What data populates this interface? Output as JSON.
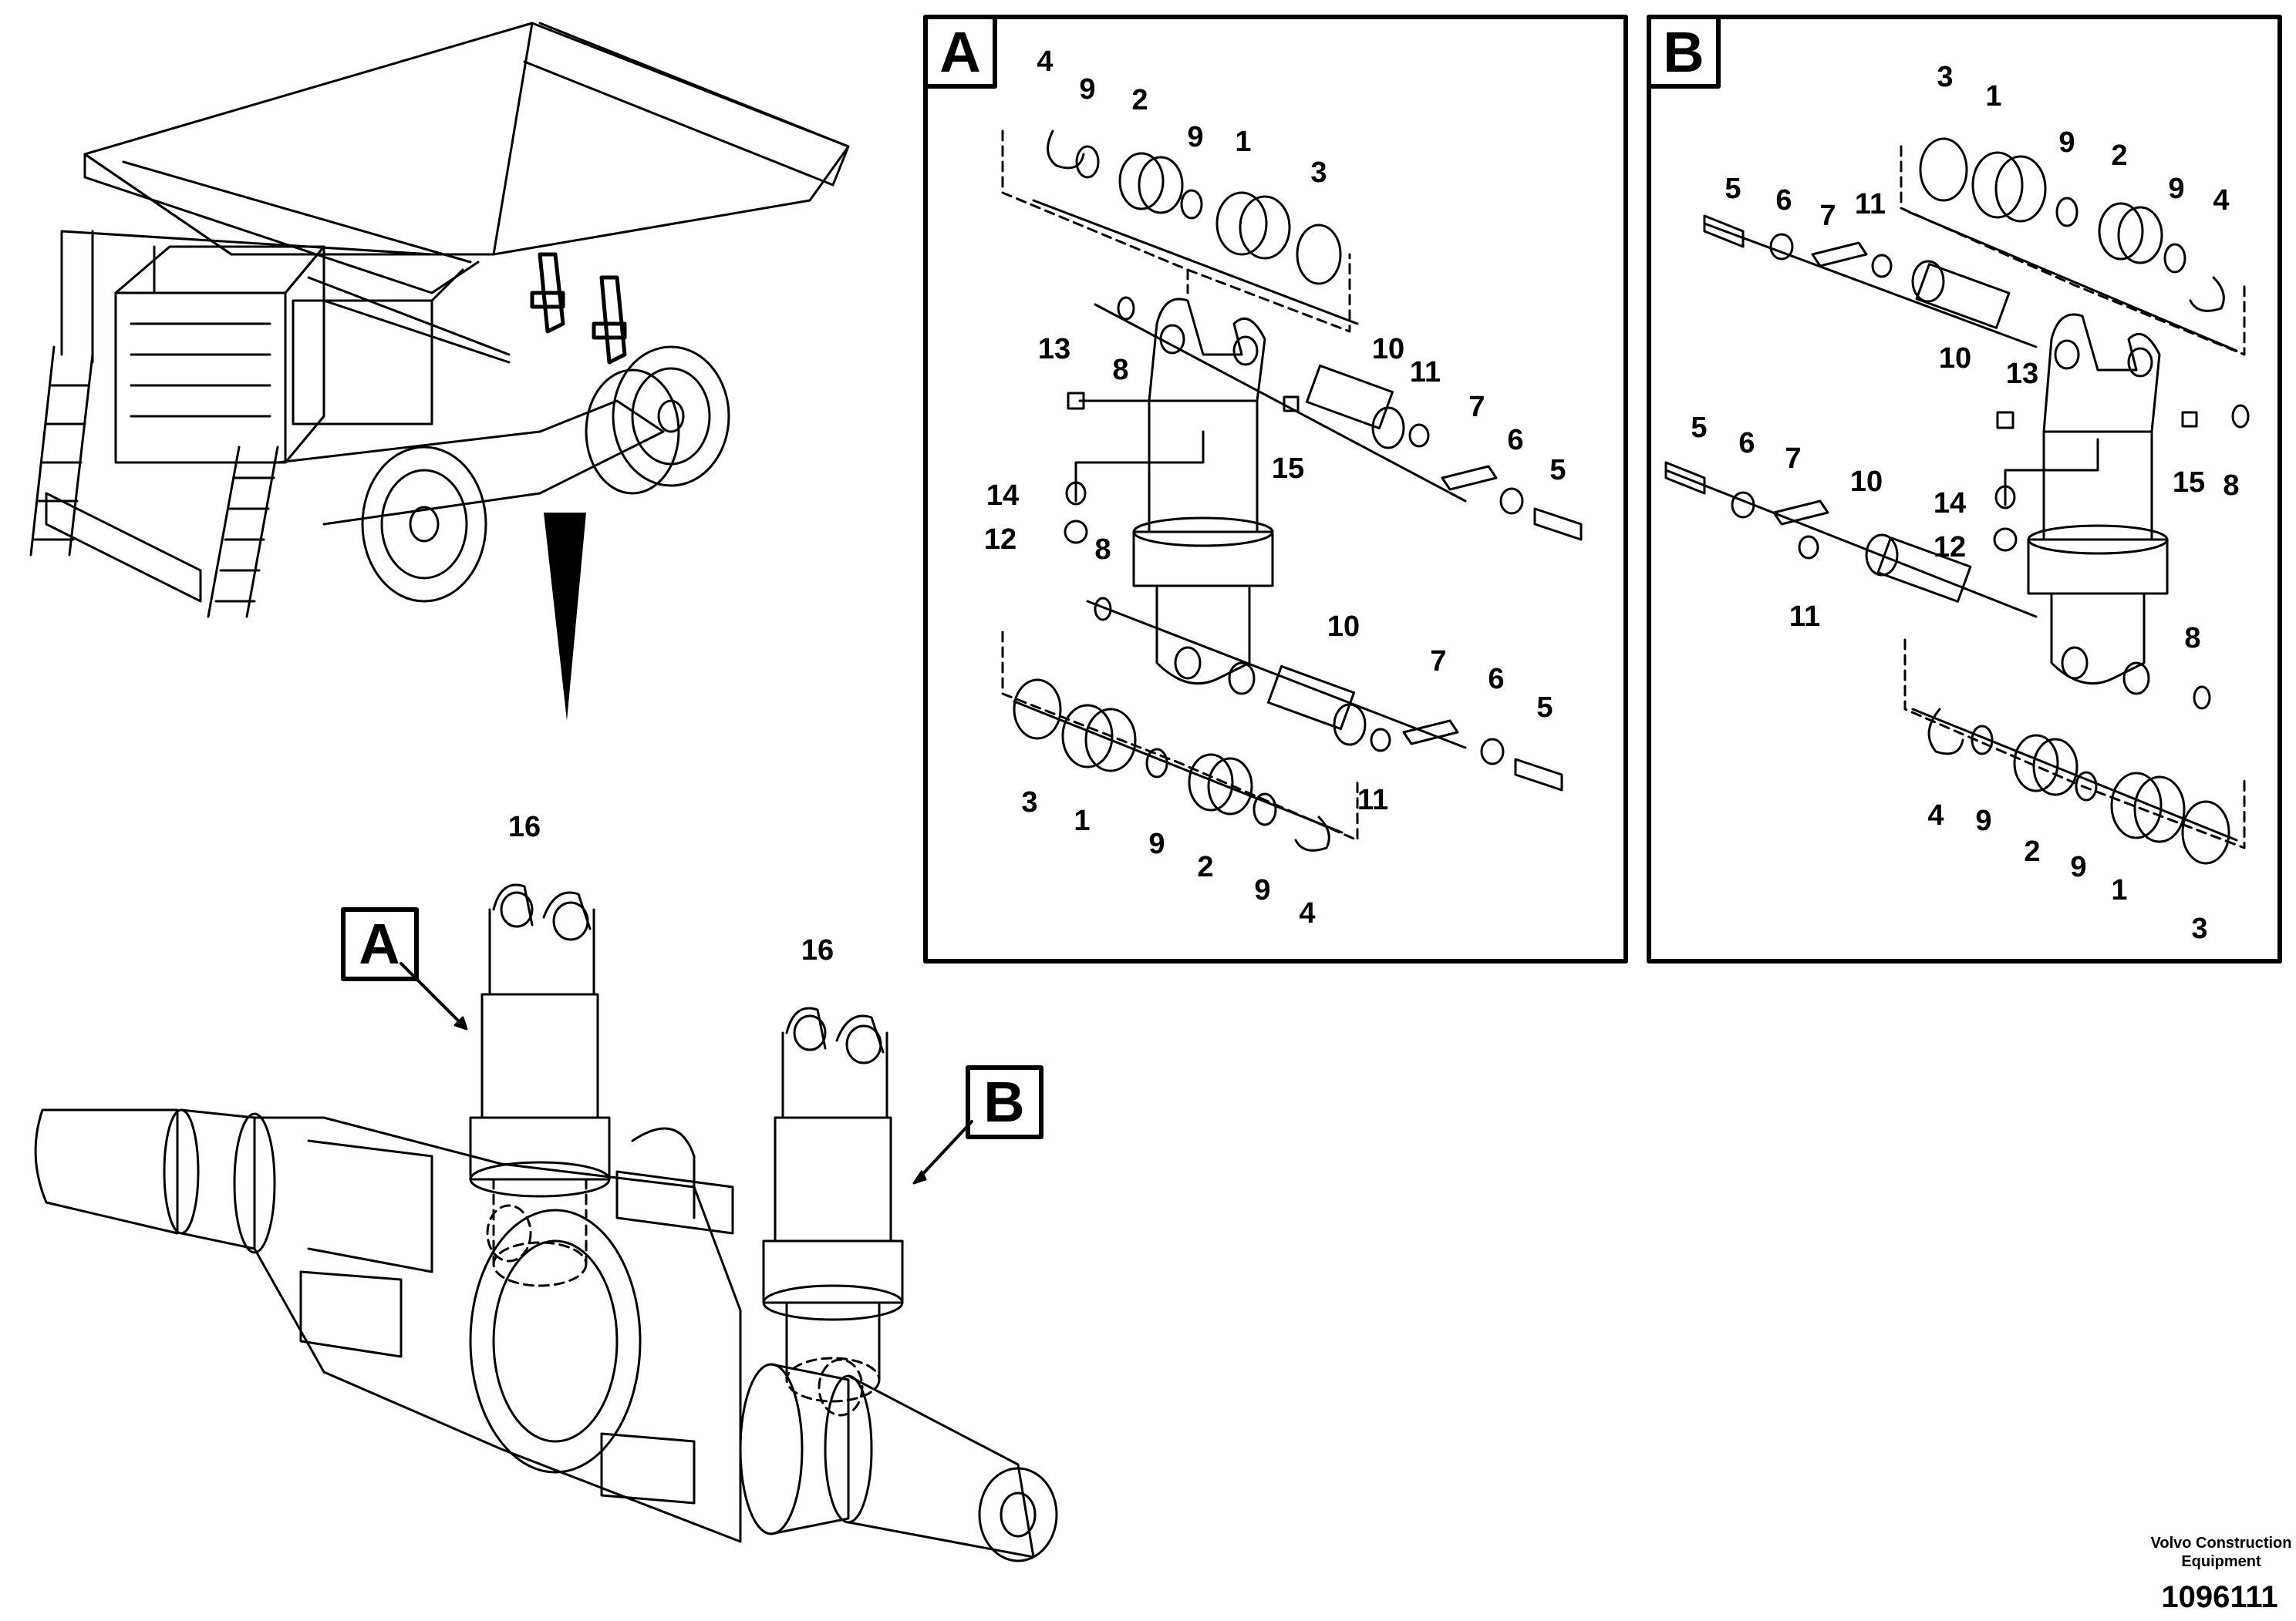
{
  "view_labels": {
    "a": "A",
    "b": "B"
  },
  "panel_a": {
    "title": "A",
    "callouts": [
      "4",
      "9",
      "2",
      "9",
      "1",
      "3",
      "8",
      "13",
      "10",
      "11",
      "7",
      "6",
      "5",
      "15",
      "14",
      "12",
      "8",
      "10",
      "7",
      "6",
      "5",
      "11",
      "3",
      "1",
      "9",
      "2",
      "9",
      "4"
    ]
  },
  "panel_b": {
    "title": "B",
    "callouts": [
      "3",
      "1",
      "9",
      "2",
      "9",
      "4",
      "5",
      "6",
      "7",
      "11",
      "10",
      "13",
      "15",
      "8",
      "5",
      "6",
      "7",
      "10",
      "14",
      "12",
      "11",
      "8",
      "4",
      "9",
      "2",
      "9",
      "1",
      "3"
    ]
  },
  "strut_labels": {
    "left": "16",
    "right": "16"
  },
  "footer": {
    "brand_line1": "Volvo Construction",
    "brand_line2": "Equipment",
    "doc_number": "1096111"
  },
  "colors": {
    "line": "#000000",
    "background": "#ffffff"
  }
}
